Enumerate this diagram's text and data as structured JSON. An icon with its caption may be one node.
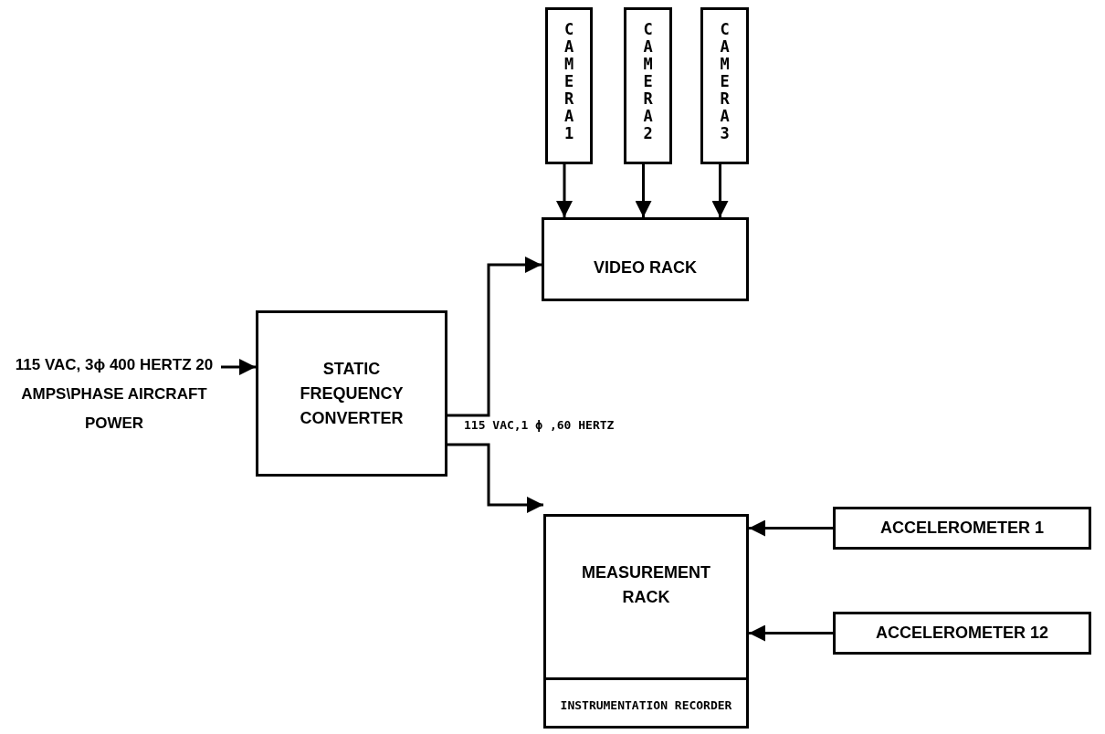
{
  "diagram": {
    "nodes": [
      {
        "text": [
          "115 VAC, 3ϕ 400 HERTZ 20 AMPS\\PHASE AIRCRAFT POWER"
        ]
      },
      {
        "text": [
          "STATIC FREQUENCY CONVERTER"
        ]
      },
      {
        "text": [
          "CAMERA1"
        ]
      },
      {
        "text": [
          "CAMERA2"
        ]
      },
      {
        "text": [
          "CAMERA3"
        ]
      },
      {
        "text": [
          "VIDEO RACK"
        ]
      },
      {
        "text": [
          "MEASUREMENT RACK"
        ]
      },
      {
        "text": [
          "INSTRUMENTATION RECORDER"
        ],
        "in": 6
      },
      {
        "text": [
          "ACCELEROMETER 1"
        ]
      },
      {
        "text": [
          "ACCELEROMETER 12"
        ]
      }
    ],
    "edges": [
      {
        "from": 0,
        "to": 1,
        "arrow": "to"
      },
      {
        "from": 2,
        "to": 5,
        "arrow": "to"
      },
      {
        "from": 3,
        "to": 5,
        "arrow": "to"
      },
      {
        "from": 4,
        "to": 5,
        "arrow": "to"
      },
      {
        "from": 1,
        "to": 5,
        "arrow": "to"
      },
      {
        "from": 1,
        "to": 6,
        "arrow": "to"
      },
      {
        "from": 8,
        "to": 6,
        "arrow": "to"
      },
      {
        "from": 9,
        "to": 6,
        "arrow": "to"
      }
    ],
    "labels": [
      "115 VAC,1 ϕ ,60 HERTZ"
    ]
  }
}
